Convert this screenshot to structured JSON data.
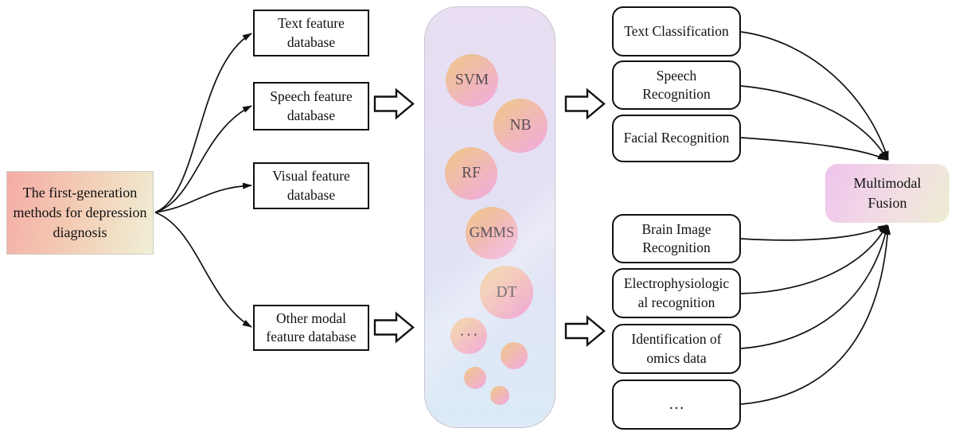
{
  "source_box": {
    "label": "The first-generation methods for depression diagnosis"
  },
  "databases": [
    {
      "label": "Text feature database"
    },
    {
      "label": "Speech feature database"
    },
    {
      "label": "Visual feature database"
    },
    {
      "label": "Other modal feature database"
    }
  ],
  "methods_panel": {
    "circles": [
      {
        "label": "SVM"
      },
      {
        "label": "NB"
      },
      {
        "label": "RF"
      },
      {
        "label": "GMMS"
      },
      {
        "label": "DT"
      },
      {
        "label": "···"
      }
    ]
  },
  "outputs_top": [
    {
      "label": "Text Classification"
    },
    {
      "label": "Speech Recognition"
    },
    {
      "label": "Facial Recognition"
    }
  ],
  "outputs_bottom": [
    {
      "label": "Brain Image Recognition"
    },
    {
      "label": "Electrophysiological recognition"
    },
    {
      "label": "Identification of omics data"
    },
    {
      "label": "…"
    }
  ],
  "fusion_box": {
    "label": "Multimodal Fusion"
  },
  "colors": {
    "box_border": "#111111",
    "arrow": "#111111",
    "panel_gradient_top": "#e9def2",
    "panel_gradient_bottom": "#dcebf7",
    "circle_gradient_start": "#efc68e",
    "circle_gradient_end": "#f1aed3",
    "circle_text": "#564c56",
    "source_gradient_start": "#f5aca6",
    "source_gradient_end": "#eff0d6",
    "fusion_gradient_start": "#efc3ed",
    "fusion_gradient_end": "#ededd3"
  }
}
